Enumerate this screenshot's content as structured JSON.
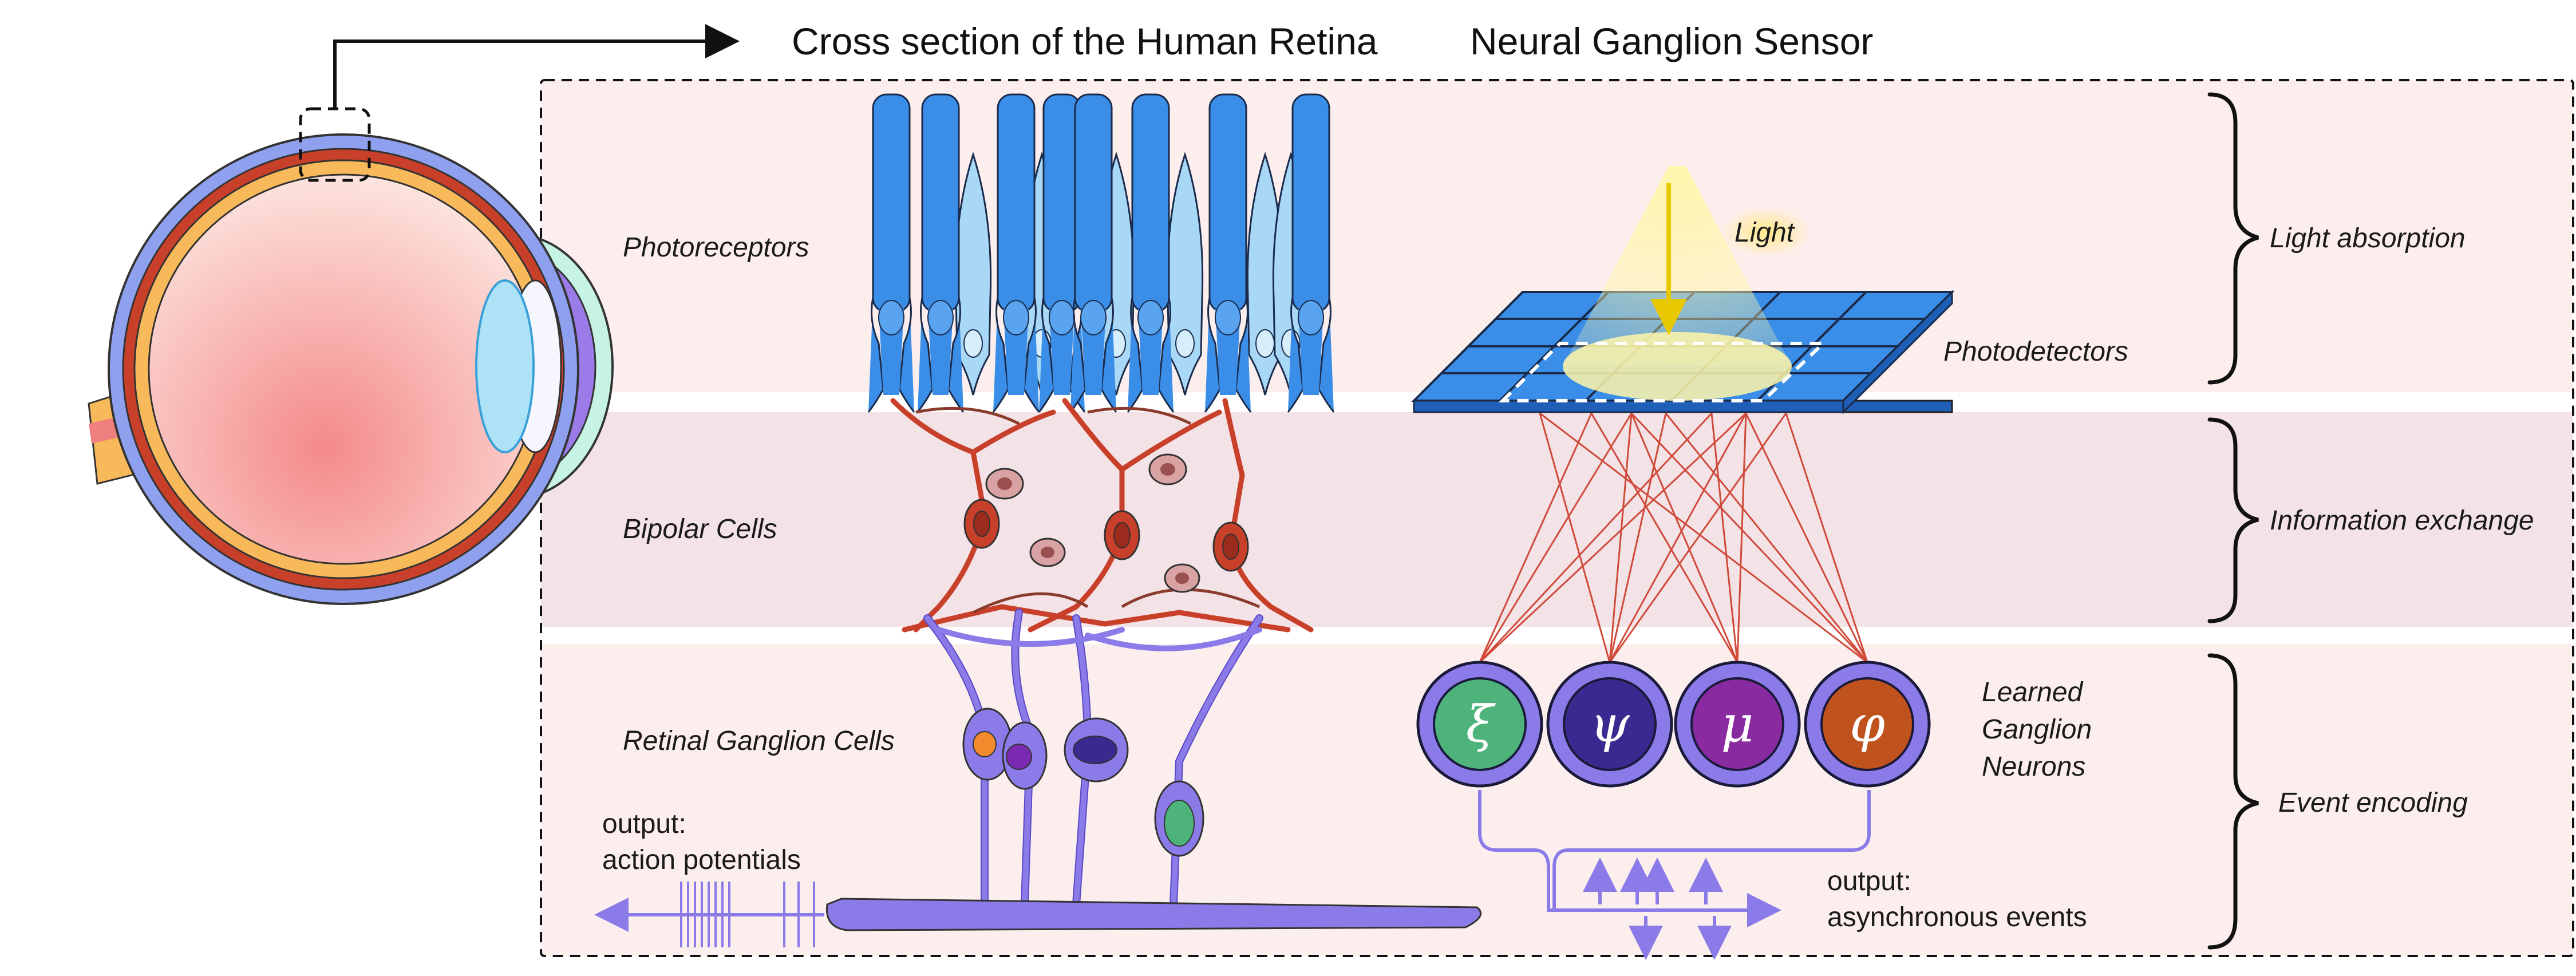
{
  "titles": {
    "retina": "Cross section of the Human Retina",
    "sensor": "Neural Ganglion Sensor"
  },
  "layers": {
    "photoreceptors": "Photoreceptors",
    "bipolar": "Bipolar Cells",
    "ganglion": "Retinal Ganglion Cells"
  },
  "stages": {
    "light_absorption": "Light absorption",
    "information_exchange": "Information exchange",
    "event_encoding": "Event encoding"
  },
  "sensor": {
    "light": "Light",
    "photodetectors": "Photodetectors",
    "neurons_label": [
      "Learned",
      "Ganglion",
      "Neurons"
    ],
    "neuron_symbols": [
      "ξ",
      "ψ",
      "μ",
      "φ"
    ],
    "neuron_colors": [
      "#4db37a",
      "#3a2a8f",
      "#8a2aa0",
      "#c0521e"
    ]
  },
  "outputs": {
    "retina_title": "output:",
    "retina_text": "action potentials",
    "sensor_title": "output:",
    "sensor_text": "asynchronous events"
  },
  "colors": {
    "band_light": "#fdeeee",
    "band_mid": "#f3e2e6",
    "rod": "#3b8ee8",
    "cone": "#a8d8f5",
    "bipolar": "#c9402a",
    "ganglion": "#8b7be8",
    "accent": "#6a5adf"
  }
}
